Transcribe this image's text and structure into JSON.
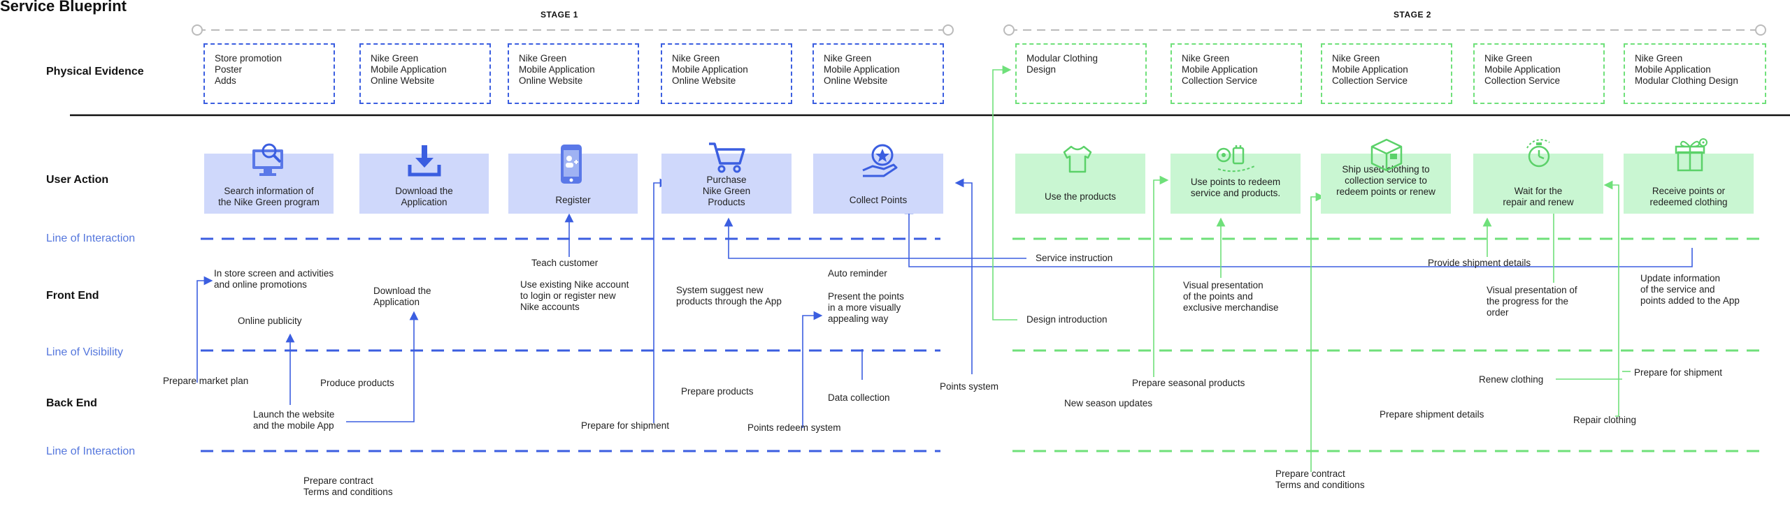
{
  "title": "Service Blueprint",
  "stages": [
    "STAGE 1",
    "STAGE 2"
  ],
  "rows": {
    "physical": "Physical Evidence",
    "user": "User Action",
    "front": "Front End",
    "back": "Back End"
  },
  "lines": {
    "interaction_top": "Line of Interaction",
    "visibility": "Line of Visibility",
    "interaction_bottom": "Line of Interaction"
  },
  "evidence": [
    "Store promotion\nPoster\nAdds",
    "Nike Green\nMobile Application\nOnline Website",
    "Nike Green\nMobile Application\nOnline Website",
    "Nike Green\nMobile Application\nOnline Website",
    "Nike Green\nMobile Application\nOnline Website",
    "Modular Clothing\nDesign",
    "Nike Green\nMobile Application\nCollection Service",
    "Nike Green\nMobile Application\nCollection Service",
    "Nike Green\nMobile Application\nCollection Service",
    "Nike Green\nMobile Application\nModular Clothing Design"
  ],
  "actions": [
    {
      "label": "Search information of\nthe Nike Green program",
      "icon": "search-monitor-icon"
    },
    {
      "label": "Download the\nApplication",
      "icon": "download-icon"
    },
    {
      "label": "Register",
      "icon": "phone-add-user-icon"
    },
    {
      "label": "Purchase\nNike Green\nProducts",
      "icon": "shopping-cart-icon"
    },
    {
      "label": "Collect Points",
      "icon": "hand-star-icon"
    },
    {
      "label": "Use the products",
      "icon": "tshirt-icon"
    },
    {
      "label": "Use points to redeem\nservice and products.",
      "icon": "redeem-icon"
    },
    {
      "label": "Ship used clothing to\ncollection service to\nredeem points or renew",
      "icon": "box-icon"
    },
    {
      "label": "Wait for the\nrepair and renew",
      "icon": "timer-icon"
    },
    {
      "label": "Receive points or\nredeemed clothing",
      "icon": "gift-icon"
    }
  ],
  "front_notes": {
    "instore": "In store screen and activities\nand online promotions",
    "publicity": "Online publicity",
    "download": "Download the\nApplication",
    "teach": "Teach customer",
    "existing": "Use existing Nike account\nto login or register new\nNike accounts",
    "suggest": "System suggest new\nproducts through the App",
    "reminder": "Auto reminder",
    "present": "Present the points\nin a more visually\nappealing way",
    "service_instr": "Service instruction",
    "design_intro": "Design introduction",
    "visual_points": "Visual presentation\nof the points and\nexclusive merchandise",
    "ship_details": "Provide shipment details",
    "visual_progress": "Visual presentation of\nthe progress for the\norder",
    "update_info": "Update information\nof the service and\npoints added to the App"
  },
  "back_notes": {
    "market": "Prepare market plan",
    "produce": "Produce products",
    "launch": "Launch the website\nand the mobile App",
    "prep_products": "Prepare products",
    "prep_ship": "Prepare for shipment",
    "data": "Data collection",
    "redeem_sys": "Points redeem system",
    "points_sys": "Points system",
    "seasonal": "Prepare seasonal products",
    "new_season": "New season updates",
    "renew": "Renew clothing",
    "prep_ship2": "Prepare for shipment",
    "prep_ship_details": "Prepare shipment details",
    "repair": "Repair clothing"
  },
  "bottom_notes": {
    "contract1": "Prepare contract\nTerms and conditions",
    "contract2": "Prepare contract\nTerms and conditions"
  },
  "colors": {
    "blue": "#3b5ee0",
    "green": "#6fe07a",
    "blue_fill": "#cfd8fb",
    "green_fill": "#c9f6d2"
  }
}
